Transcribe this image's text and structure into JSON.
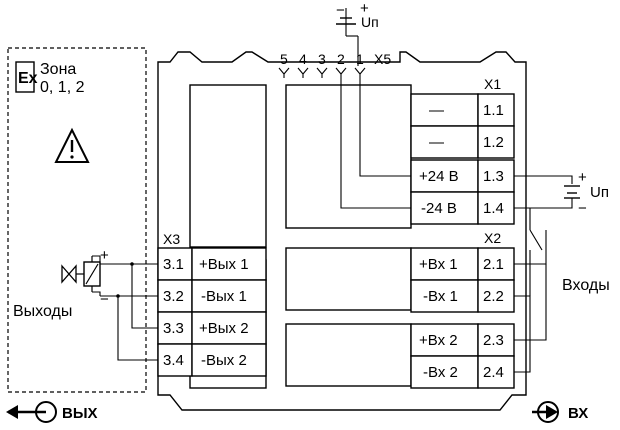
{
  "hazard_zone": {
    "ex_mark": "Ex",
    "zone_label": "Зона",
    "zone_values": "0, 1, 2"
  },
  "supply": {
    "minus": "−",
    "plus": "+",
    "label": "Uп"
  },
  "connectors": {
    "x5": "X5",
    "x1": "X1",
    "x2": "X2",
    "x3": "X3"
  },
  "x5_pins": [
    "5",
    "4",
    "3",
    "2",
    "1"
  ],
  "x1_rows": [
    {
      "label": "—",
      "pin": "1.1"
    },
    {
      "label": "—",
      "pin": "1.2"
    },
    {
      "label": "+24 В",
      "pin": "1.3"
    },
    {
      "label": "-24 В",
      "pin": "1.4"
    }
  ],
  "x2_rows": [
    {
      "label": "+Вх 1",
      "pin": "2.1"
    },
    {
      "label": "-Вх 1",
      "pin": "2.2"
    },
    {
      "label": "+Вх 2",
      "pin": "2.3"
    },
    {
      "label": "-Вх 2",
      "pin": "2.4"
    }
  ],
  "x3_rows": [
    {
      "pin": "3.1",
      "label": "+Вых 1"
    },
    {
      "pin": "3.2",
      "label": "-Вых 1"
    },
    {
      "pin": "3.3",
      "label": "+Вых 2"
    },
    {
      "pin": "3.4",
      "label": "-Вых 2"
    }
  ],
  "input_supply": {
    "plus": "+",
    "minus": "−",
    "label": "Uп"
  },
  "labels": {
    "inputs": "Входы",
    "outputs": "Выходы",
    "out_plus": "+",
    "out_minus": "−",
    "out_arrow": "ВЫХ",
    "in_arrow": "ВХ"
  },
  "icons": [
    "warning-triangle-icon",
    "valve-icon",
    "arrow-out-icon",
    "arrow-in-icon",
    "battery-icon",
    "switch-icon"
  ]
}
